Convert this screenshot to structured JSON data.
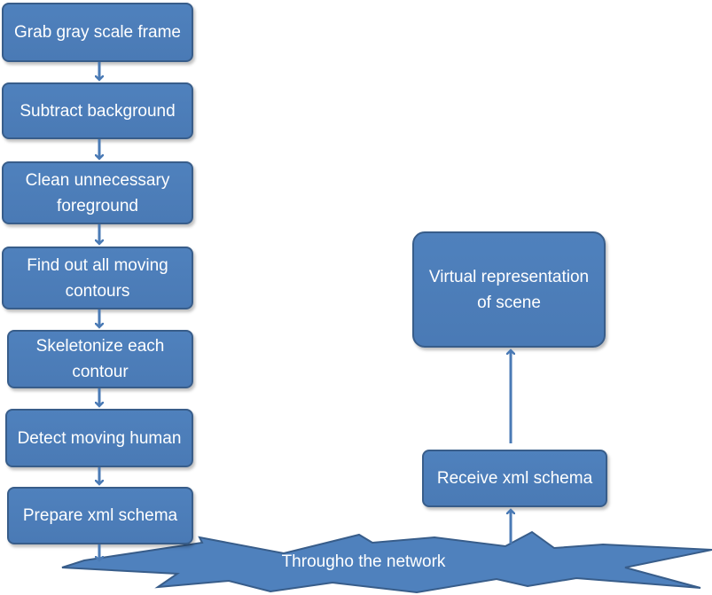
{
  "steps": {
    "grab_frame": "Grab gray scale frame",
    "subtract_background": "Subtract background",
    "clean_foreground": "Clean unnecessary foreground",
    "find_contours": "Find out all moving contours",
    "skeletonize": "Skeletonize each contour",
    "detect_human": "Detect moving human",
    "prepare_xml": "Prepare xml schema"
  },
  "receiver": {
    "receive_xml": "Receive xml schema",
    "virtual_scene": "Virtual representation of scene"
  },
  "network": {
    "label": "Througho the network"
  },
  "colors": {
    "box_fill": "#4f81bd",
    "box_border": "#385d8a",
    "arrow": "#4a7ab5",
    "text": "#ffffff"
  }
}
